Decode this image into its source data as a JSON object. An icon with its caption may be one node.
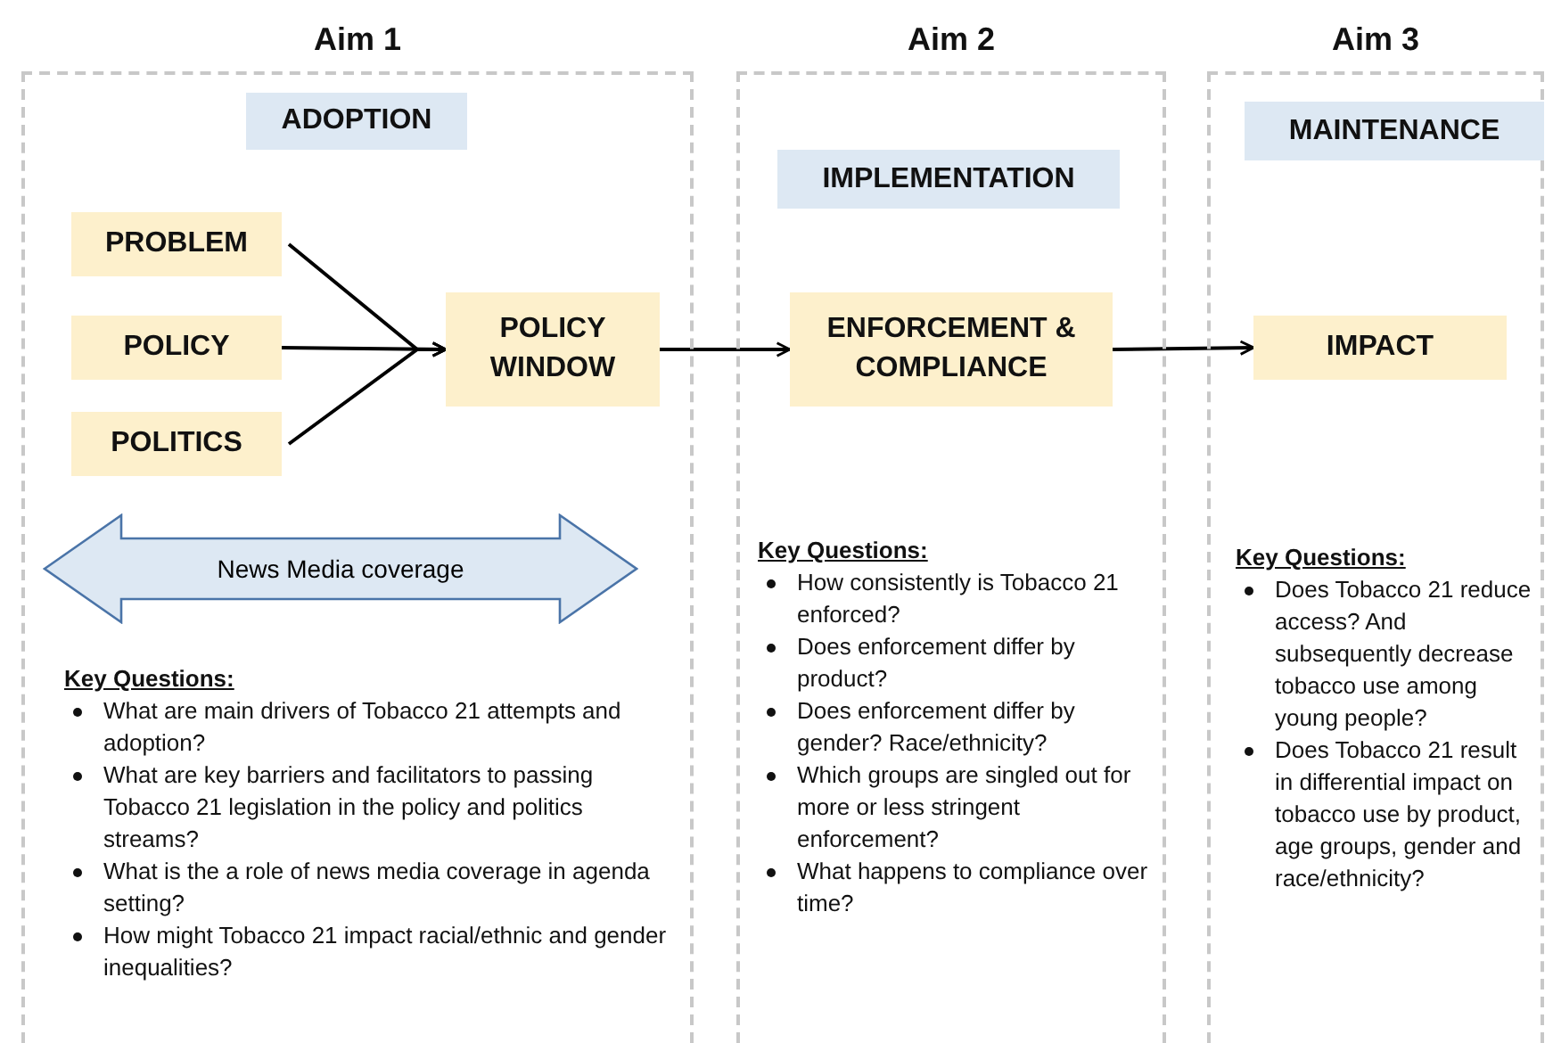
{
  "diagram": {
    "nodes": [
      {
        "text": [
          "Aim 1",
          "Key Questions:",
          "What are main drivers of Tobacco 21 attempts and adoption?",
          "What are key barriers and facilitators to passing Tobacco 21 legislation in the policy and politics streams?",
          "What is the a role of news media coverage in agenda setting?",
          "How might Tobacco 21 impact racial/ethnic and gender inequalities?"
        ]
      },
      {
        "text": [
          "ADOPTION"
        ],
        "in": 0
      },
      {
        "text": [
          "PROBLEM"
        ],
        "in": 0
      },
      {
        "text": [
          "POLICY"
        ],
        "in": 0
      },
      {
        "text": [
          "POLITICS"
        ],
        "in": 0
      },
      {
        "text": [
          "POLICY WINDOW"
        ],
        "in": 0
      },
      {
        "text": [
          "News Media coverage"
        ],
        "in": 0
      },
      {
        "text": [
          "Aim 2",
          "Key Questions:",
          "How consistently is Tobacco 21 enforced?",
          "Does enforcement differ by product?",
          "Does enforcement differ by gender? Race/ethnicity?",
          "Which groups are singled out for more or less stringent enforcement?",
          "What happens to compliance over time?"
        ]
      },
      {
        "text": [
          "IMPLEMENTATION"
        ],
        "in": 7
      },
      {
        "text": [
          "ENFORCEMENT & COMPLIANCE"
        ],
        "in": 7
      },
      {
        "text": [
          "Aim 3",
          "Key Questions:",
          "Does Tobacco 21 reduce access? And subsequently decrease tobacco use among young people?",
          "Does Tobacco 21 result in differential impact on tobacco use by product, age groups, gender and race/ethnicity?"
        ]
      },
      {
        "text": [
          "MAINTENANCE"
        ],
        "in": 10
      },
      {
        "text": [
          "IMPACT"
        ],
        "in": 10
      }
    ],
    "edges": [
      {
        "from": 2,
        "to": 5,
        "arrow": "to"
      },
      {
        "from": 3,
        "to": 5,
        "arrow": "to"
      },
      {
        "from": 4,
        "to": 5,
        "arrow": "to"
      },
      {
        "from": 5,
        "to": 9,
        "arrow": "to"
      },
      {
        "from": 9,
        "to": 12,
        "arrow": "to"
      }
    ]
  }
}
